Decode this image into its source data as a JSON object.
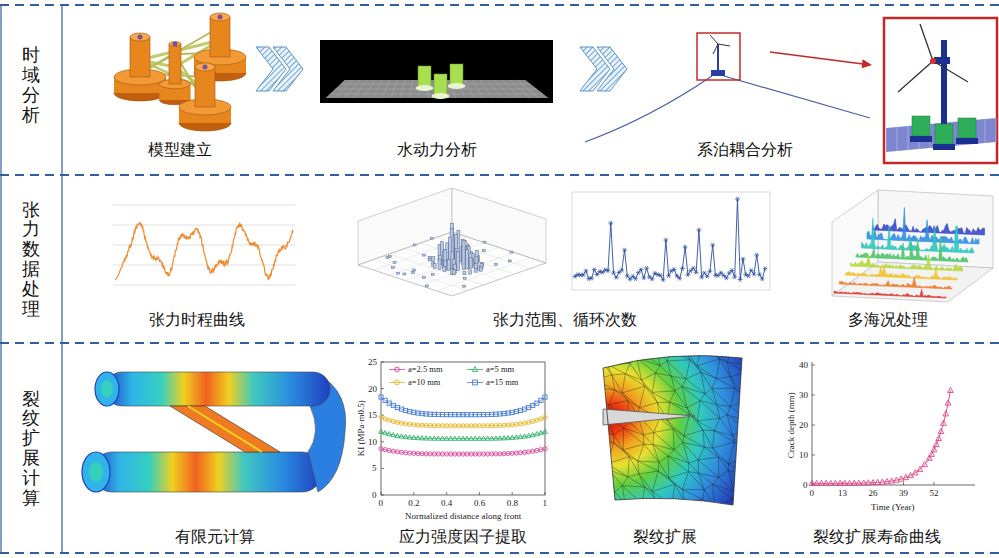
{
  "diagram": {
    "nodes": [
      {
        "text": [
          "时域分析"
        ]
      },
      {
        "text": [
          "张力数据处理"
        ]
      },
      {
        "text": [
          "裂纹扩展计算"
        ]
      }
    ],
    "labels": [
      "模型建立",
      "水动力分析",
      "系泊耦合分析",
      "张力时程曲线",
      "张力范围、循环次数",
      "多海况处理",
      "有限元计算",
      "应力强度因子提取",
      "裂纹扩展",
      "裂纹扩展寿命曲线",
      "25",
      "20",
      "15",
      "10",
      "5",
      "0",
      "0",
      "0.2",
      "0.4",
      "0.6",
      "0.8",
      "1",
      "KI (MPa·m0.5)",
      "Normalized distance along front",
      "40",
      "30",
      "20",
      "10",
      "0",
      "0",
      "13",
      "26",
      "39",
      "52",
      "Crack depth (mm)",
      "Time (Year)"
    ],
    "legend": [
      {
        "text": "a=2.5 mm"
      },
      {
        "text": "a=5 mm"
      },
      {
        "text": "a=10 mm"
      },
      {
        "text": "a=15 mm"
      }
    ]
  }
}
